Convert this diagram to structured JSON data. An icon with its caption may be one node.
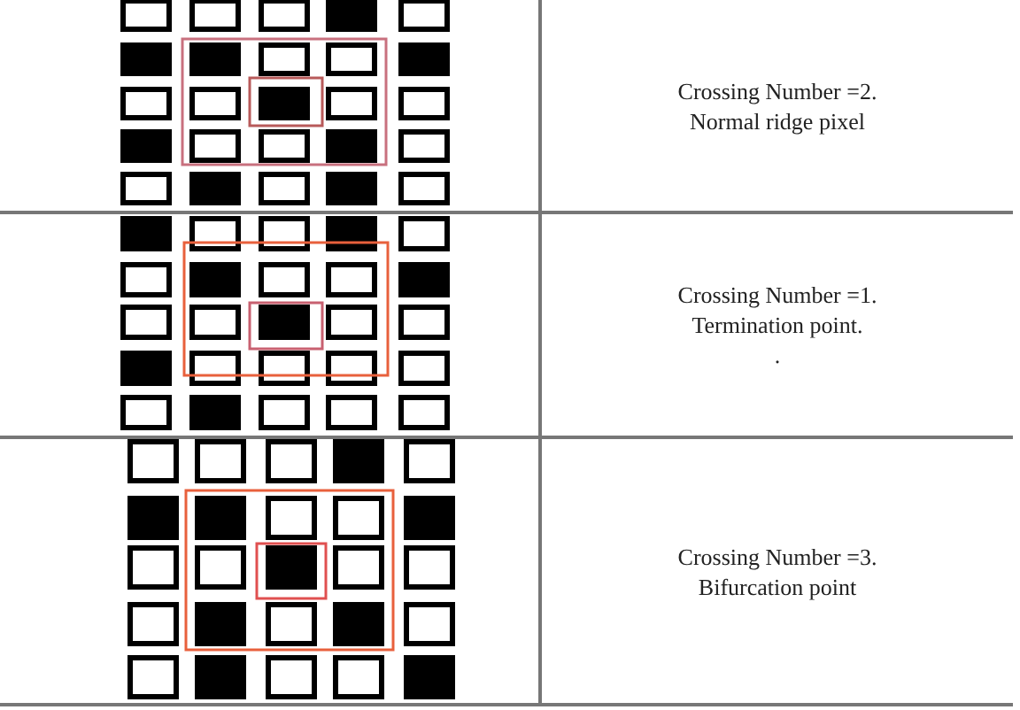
{
  "diagram": {
    "labels": [
      "Crossing Number =2.",
      "Normal ridge pixel",
      "Crossing Number =1.",
      "Termination point.",
      ".",
      "Crossing Number =3.",
      "Bifurcation point"
    ]
  }
}
